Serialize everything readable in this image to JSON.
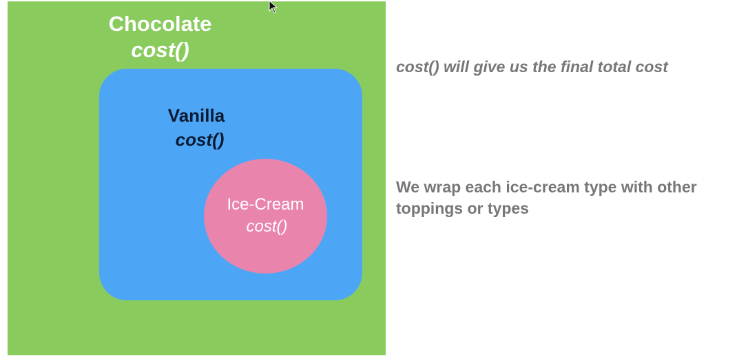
{
  "diagram": {
    "outer": {
      "name": "Chocolate",
      "method": "cost()"
    },
    "middle": {
      "name": "Vanilla",
      "method": "cost()"
    },
    "inner": {
      "name": "Ice-Cream",
      "method": "cost()"
    }
  },
  "notes": {
    "total_cost": "cost() will give us the final total cost",
    "wrap_explanation": "We wrap each ice-cream type with other toppings or types"
  },
  "colors": {
    "outer_fill": "#8acb5e",
    "middle_fill": "#4da6f5",
    "inner_fill": "#e984ad",
    "note_text": "#777777"
  },
  "icons": {
    "cursor": "mouse-pointer-icon"
  }
}
